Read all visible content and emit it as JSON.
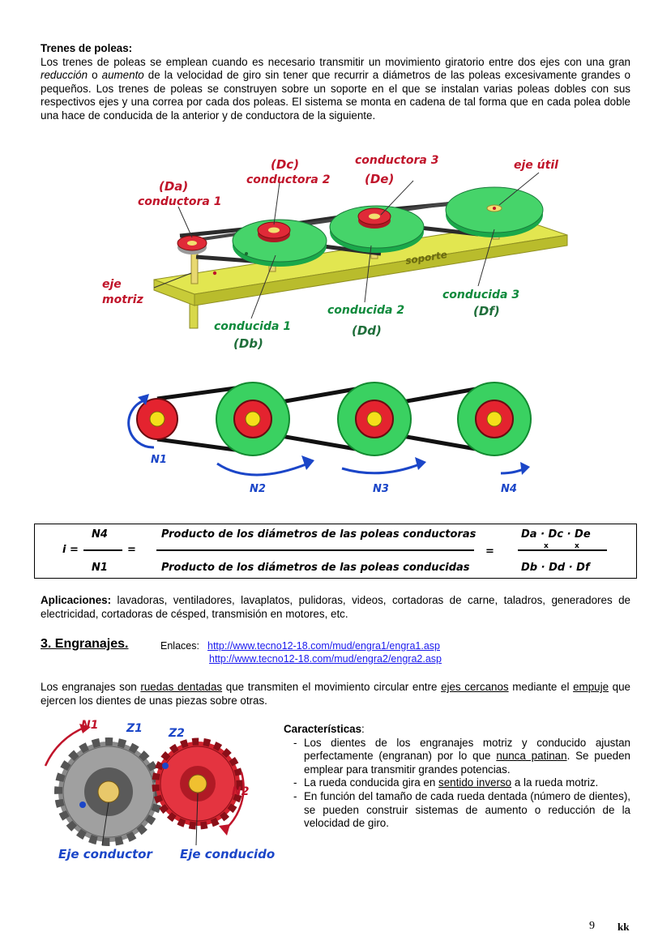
{
  "pulley_section": {
    "title": "Trenes de poleas:",
    "p_a": "Los trenes de poleas se emplean cuando es necesario transmitir un movimiento giratorio entre dos ejes con una gran ",
    "p_em1": "reducción",
    "p_b": " o ",
    "p_em2": "aumento",
    "p_c": " de la velocidad de giro sin tener que recurrir a diámetros de las poleas excesivamente grandes o pequeños. Los trenes de poleas se construyen sobre un soporte en el que se instalan varias poleas dobles con sus respectivos ejes y una correa por cada dos poleas. El sistema se monta en cadena de tal forma que en cada polea doble una hace de conducida de la anterior y de conductora de la siguiente."
  },
  "diagram1": {
    "da": "(Da)",
    "conductora1": "conductora 1",
    "dc": "(Dc)",
    "conductora2": "conductora 2",
    "conductora3": "conductora 3",
    "de": "(De)",
    "eje_util": "eje útil",
    "eje": "eje",
    "motriz": "motriz",
    "conducida1": "conducida 1",
    "db": "(Db)",
    "conducida2": "conducida 2",
    "dd": "(Dd)",
    "conducida3": "conducida 3",
    "df": "(Df)",
    "soporte": "soporte"
  },
  "diagram2": {
    "n1": "N1",
    "n2": "N2",
    "n3": "N3",
    "n4": "N4"
  },
  "formula": {
    "i": "i =",
    "n4": "N4",
    "n1": "N1",
    "eq": "=",
    "num_text": "Producto de los diámetros de las poleas conductoras",
    "den_text": "Producto de los diámetros de las poleas conducidas",
    "eq2": "=",
    "num_vars": "Da · Dc · De",
    "den_vars": "Db · Dd · Df",
    "x": "x"
  },
  "applications": {
    "label": "Aplicaciones:",
    "text": " lavadoras, ventiladores, lavaplatos, pulidoras, videos, cortadoras de carne, taladros, generadores de electricidad, cortadoras de césped, transmisión en motores, etc."
  },
  "gears": {
    "heading": "3. Engranajes.",
    "links_label": "Enlaces:",
    "link1": "http://www.tecno12-18.com/mud/engra1/engra1.asp",
    "link2": "http://www.tecno12-18.com/mud/engra2/engra2.asp",
    "intro_a": "Los engranajes son ",
    "intro_u1": "ruedas dentadas",
    "intro_b": " que transmiten el movimiento circular entre ",
    "intro_u2": "ejes cercanos",
    "intro_c": " mediante el ",
    "intro_u3": "empuje",
    "intro_d": " que ejercen los dientes de unas piezas sobre otras.",
    "fig": {
      "n1": "N1",
      "z1": "Z1",
      "z2": "Z2",
      "n2": "N2",
      "eje_conductor": "Eje conductor",
      "eje_conducido": "Eje conducido"
    },
    "features_title": "Características",
    "features_colon": ":",
    "f1_a": "Los dientes de los engranajes motriz y conducido ajustan perfectamente (engranan) por lo que ",
    "f1_u": "nunca patinan",
    "f1_b": ". Se pueden emplear para transmitir grandes potencias.",
    "f2_a": "La rueda conducida gira en ",
    "f2_u": "sentido inverso",
    "f2_b": " a la rueda motriz.",
    "f3": "En función del tamaño de cada rueda dentada (número de dientes), se pueden construir sistemas de aumento o reducción de la velocidad de giro."
  },
  "footer": {
    "page": "9",
    "mark": "kk"
  }
}
